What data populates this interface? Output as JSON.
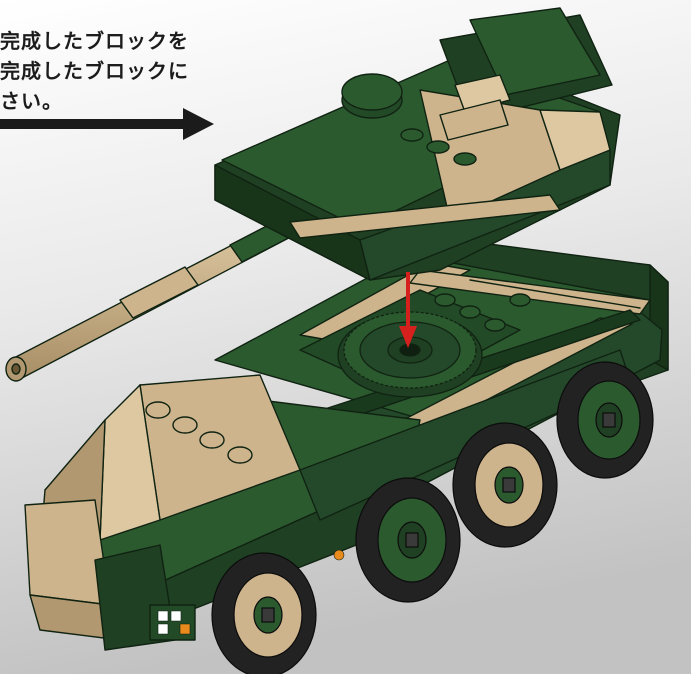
{
  "instruction": {
    "lines": [
      "完成したブロックを",
      "完成したブロックに",
      "さい。"
    ]
  },
  "colors": {
    "background_light": "#ffffff",
    "background_dark": "#c6c6c6",
    "dark_green": "#1f4022",
    "mid_green": "#2c5a2f",
    "tan": "#cdb48c",
    "tan_light": "#ddc8a2",
    "tan_dark": "#b29870",
    "tire": "#222222",
    "arrow_black": "#1b1b1b",
    "arrow_red": "#d6201d",
    "stud_orange": "#e88a1c"
  },
  "icons": {
    "placement_arrow": "right-arrow",
    "attach_arrow": "down-arrow-red"
  }
}
